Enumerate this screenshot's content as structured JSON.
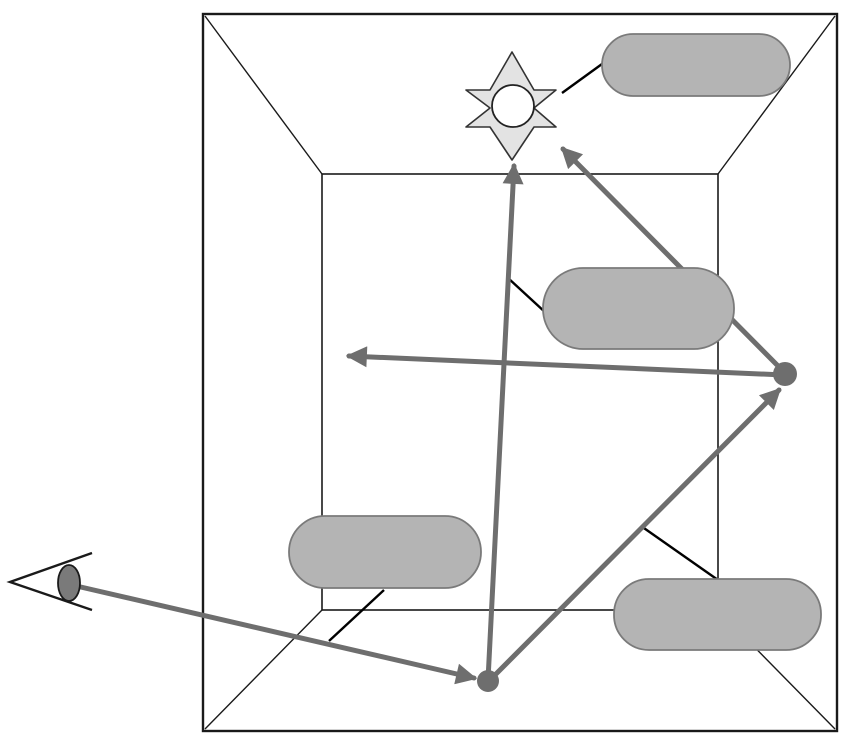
{
  "diagram": {
    "type": "path-tracing-room",
    "colors": {
      "background": "#ffffff",
      "wall_stroke": "#1a1a1a",
      "ray": "#6e6e6e",
      "label_fill": "#b4b4b4",
      "label_stroke": "#7a7a7a",
      "light_fill": "#e3e3e3",
      "eye_fill": "#7a7a7a",
      "bounce_point": "#6e6e6e",
      "leader_line": "#000000"
    },
    "icons": {
      "light_source": "star-of-david-light-icon",
      "viewer": "eye-icon"
    },
    "labels": [
      {
        "id": "light-source-label",
        "text": ""
      },
      {
        "id": "back-wall-label",
        "text": ""
      },
      {
        "id": "floor-label",
        "text": ""
      },
      {
        "id": "right-wall-label",
        "text": ""
      }
    ],
    "rays": [
      {
        "id": "eye-ray",
        "from": "eye",
        "to": "floor-bounce"
      },
      {
        "id": "floor-to-light-ray",
        "from": "floor-bounce",
        "to": "light"
      },
      {
        "id": "floor-to-wall-ray",
        "from": "floor-bounce",
        "to": "wall-bounce"
      },
      {
        "id": "wall-to-light-ray",
        "from": "wall-bounce",
        "to": "light"
      },
      {
        "id": "wall-to-left-ray",
        "from": "wall-bounce",
        "to": "left"
      }
    ]
  }
}
